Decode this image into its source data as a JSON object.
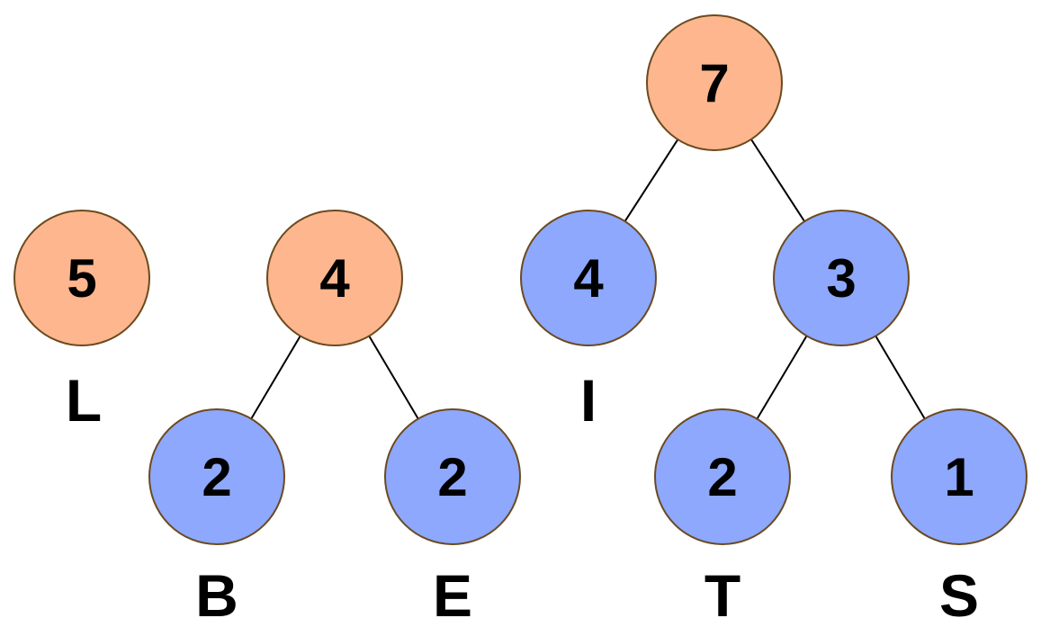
{
  "colors": {
    "internal_fill": "#FDB68E",
    "leaf_fill": "#8DA8FD",
    "node_stroke": "#6B4A1E",
    "edge_stroke": "#000000"
  },
  "trees": [
    {
      "nodes": [
        {
          "id": "t1-root",
          "value": "5",
          "kind": "internal",
          "label": "L"
        }
      ],
      "edges": []
    },
    {
      "nodes": [
        {
          "id": "t2-root",
          "value": "4",
          "kind": "internal"
        },
        {
          "id": "t2-left",
          "value": "2",
          "kind": "leaf",
          "label": "B"
        },
        {
          "id": "t2-right",
          "value": "2",
          "kind": "leaf",
          "label": "E"
        }
      ],
      "edges": [
        {
          "from": "t2-root",
          "to": "t2-left"
        },
        {
          "from": "t2-root",
          "to": "t2-right"
        }
      ]
    },
    {
      "nodes": [
        {
          "id": "t3-root",
          "value": "7",
          "kind": "internal"
        },
        {
          "id": "t3-left",
          "value": "4",
          "kind": "leaf",
          "label": "I"
        },
        {
          "id": "t3-right",
          "value": "3",
          "kind": "leaf"
        },
        {
          "id": "t3-right-left",
          "value": "2",
          "kind": "leaf",
          "label": "T"
        },
        {
          "id": "t3-right-right",
          "value": "1",
          "kind": "leaf",
          "label": "S"
        }
      ],
      "edges": [
        {
          "from": "t3-root",
          "to": "t3-left"
        },
        {
          "from": "t3-root",
          "to": "t3-right"
        },
        {
          "from": "t3-right",
          "to": "t3-right-left"
        },
        {
          "from": "t3-right",
          "to": "t3-right-right"
        }
      ]
    }
  ]
}
